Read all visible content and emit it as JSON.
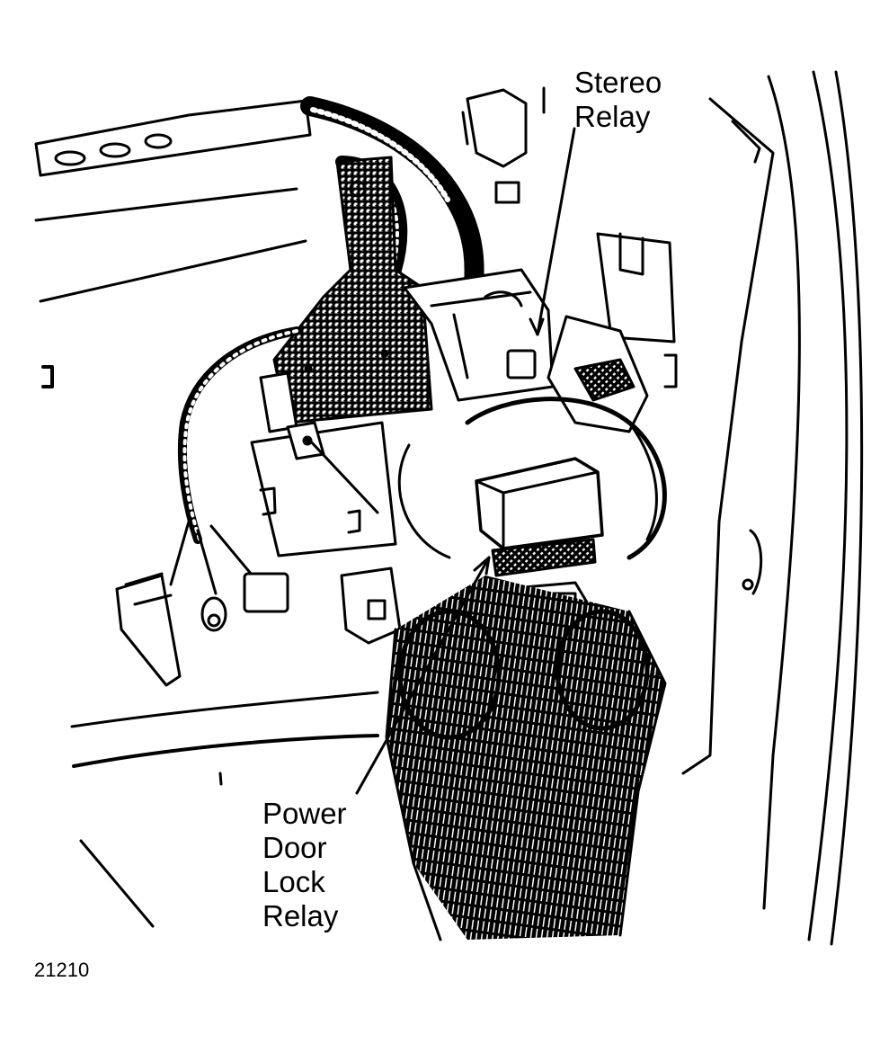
{
  "labels": {
    "stereo_relay": [
      "Stereo",
      "Relay"
    ],
    "power_door_lock_relay": [
      "Power",
      "Door",
      "Lock",
      "Relay"
    ]
  },
  "figure_number": "21210",
  "colors": {
    "ink": "#000000",
    "paper": "#ffffff"
  }
}
